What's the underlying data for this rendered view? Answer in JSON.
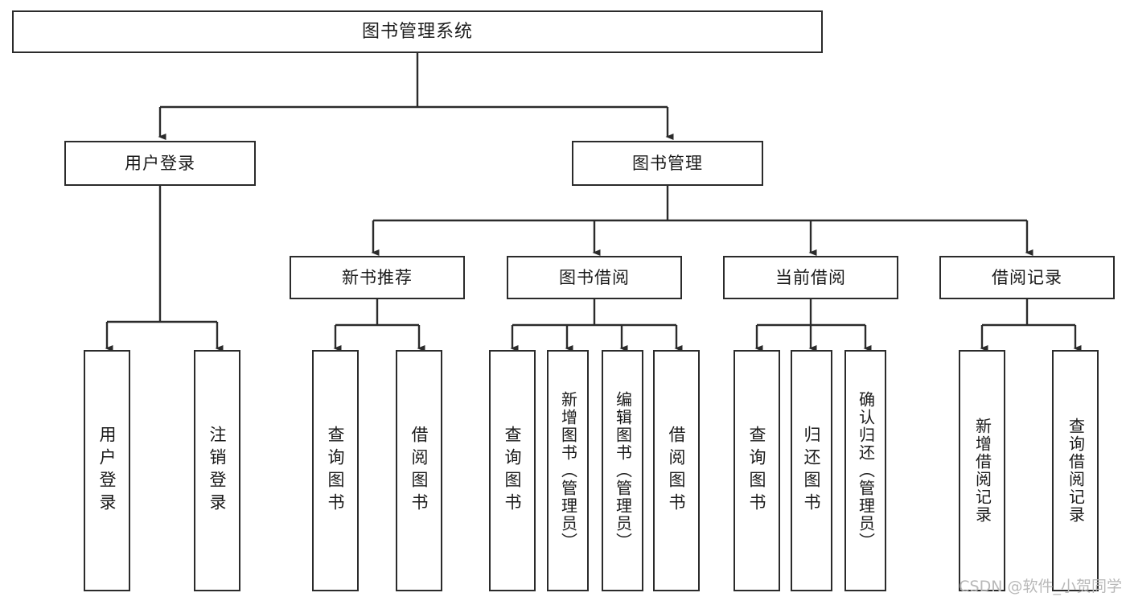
{
  "diagram": {
    "type": "tree-hierarchy-functional-structure",
    "title": "图书管理系统",
    "watermark": "CSDN @软件_小贺同学",
    "colors": {
      "box_border": "#2b2b2b",
      "box_fill": "#ffffff",
      "connector": "#2b2b2b",
      "text": "#1a1a1a",
      "watermark": "#b9b9b9",
      "background": "#ffffff"
    },
    "root": {
      "label": "图书管理系统"
    },
    "level2": [
      {
        "label": "用户登录"
      },
      {
        "label": "图书管理"
      }
    ],
    "level3": [
      {
        "label": "新书推荐"
      },
      {
        "label": "图书借阅"
      },
      {
        "label": "当前借阅"
      },
      {
        "label": "借阅记录"
      }
    ],
    "leaves": {
      "user_login": [
        {
          "label": "用户登录"
        },
        {
          "label": "注销登录"
        }
      ],
      "new_book_recommend": [
        {
          "label": "查询图书"
        },
        {
          "label": "借阅图书"
        }
      ],
      "book_borrow": [
        {
          "label": "查询图书"
        },
        {
          "label": "新增图书（管理员）"
        },
        {
          "label": "编辑图书（管理员）"
        },
        {
          "label": "借阅图书"
        }
      ],
      "current_borrow": [
        {
          "label": "查询图书"
        },
        {
          "label": "归还图书"
        },
        {
          "label": "确认归还（管理员）"
        }
      ],
      "borrow_record": [
        {
          "label": "新增借阅记录"
        },
        {
          "label": "查询借阅记录"
        }
      ]
    }
  }
}
